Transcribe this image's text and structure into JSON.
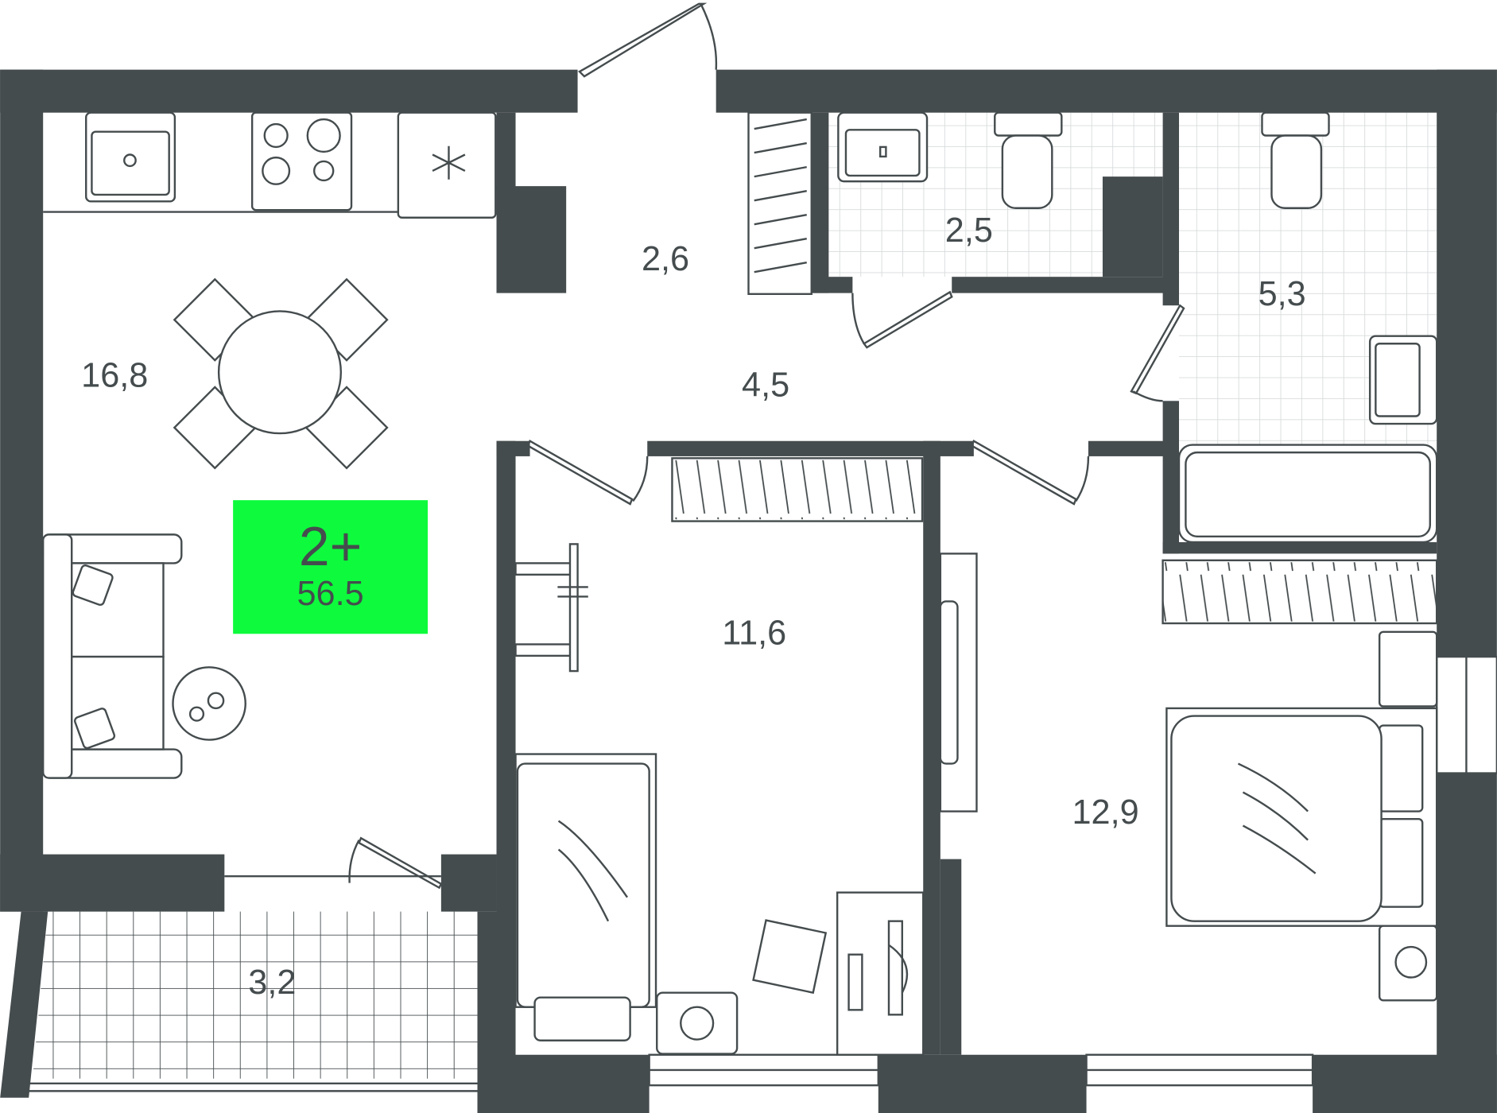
{
  "plan": {
    "badge": {
      "rooms": "2+",
      "total_area": "56.5",
      "color": "#0dfb3c"
    },
    "wall_color": "#454c4e",
    "rooms": [
      {
        "name": "kitchen-living",
        "area": "16,8"
      },
      {
        "name": "entry-closet",
        "area": "2,6"
      },
      {
        "name": "toilet",
        "area": "2,5"
      },
      {
        "name": "bathroom",
        "area": "5,3"
      },
      {
        "name": "hallway",
        "area": "4,5"
      },
      {
        "name": "bedroom-1",
        "area": "11,6"
      },
      {
        "name": "bedroom-2",
        "area": "12,9"
      },
      {
        "name": "balcony",
        "area": "3,2"
      }
    ]
  }
}
